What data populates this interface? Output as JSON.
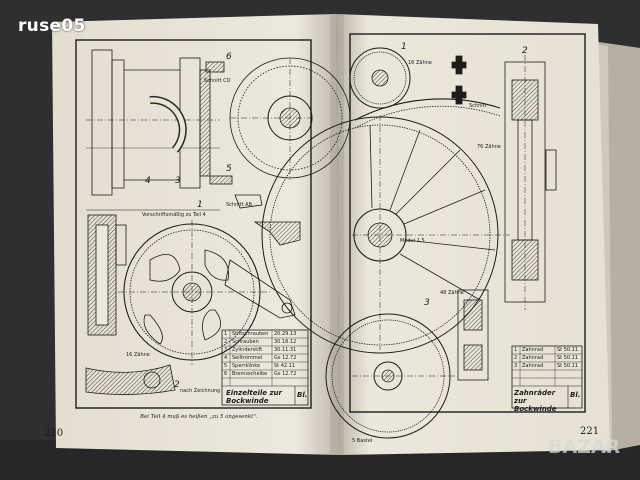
{
  "watermark": "ruse05",
  "corner_logo": "BAZAR",
  "left_page": {
    "page_number": "220",
    "caption": "Bei Teil 4 muß es heißen „zu 5 angesenkt\".",
    "title_block": {
      "title": "Einzelteile zur Bockwinde",
      "sheet_label": "Bl."
    },
    "figure_numbers": [
      "1",
      "2",
      "3",
      "4",
      "5",
      "6"
    ],
    "labels": {
      "schnitt_ab": "Schnitt AB",
      "schnitt_cd": "Schnitt CD",
      "zaehne": "16 Zähne",
      "vorschrift": "Vorschriftsmäßig zu Teil 4",
      "nach_zeichnung": "nach Zeichnung"
    },
    "parts_list": [
      {
        "pos": "1",
        "name": "Stiftschrauben",
        "norm": "20.29.13"
      },
      {
        "pos": "2",
        "name": "Schrauben",
        "norm": "30.18.12"
      },
      {
        "pos": "3",
        "name": "Zylinderstift",
        "norm": "30.11.31"
      },
      {
        "pos": "4",
        "name": "Seiltrommel",
        "norm": "Gs 12.72"
      },
      {
        "pos": "5",
        "name": "Sperrklinke",
        "norm": "St 42.11"
      },
      {
        "pos": "6",
        "name": "Bremsscheibe",
        "norm": "Gs 12.72"
      }
    ]
  },
  "right_page": {
    "page_number": "221",
    "footer_mark": "5 Bastel",
    "title_block": {
      "title": "Zahnräder zur Bockwinde",
      "sheet_label": "Bl."
    },
    "figure_numbers": [
      "1",
      "2",
      "3"
    ],
    "labels": {
      "zaehne_gross": "76 Zähne",
      "zaehne_klein": "16 Zähne",
      "zaehne_mittel": "48 Zähne",
      "modul": "Modul 1,5",
      "schnitt": "Schnitt"
    },
    "parts_list": [
      {
        "pos": "1",
        "name": "Zahnrad",
        "norm": "St 50.11"
      },
      {
        "pos": "2",
        "name": "Zahnrad",
        "norm": "St 50.11"
      },
      {
        "pos": "3",
        "name": "Zahnrad",
        "norm": "St 50.11"
      }
    ]
  }
}
